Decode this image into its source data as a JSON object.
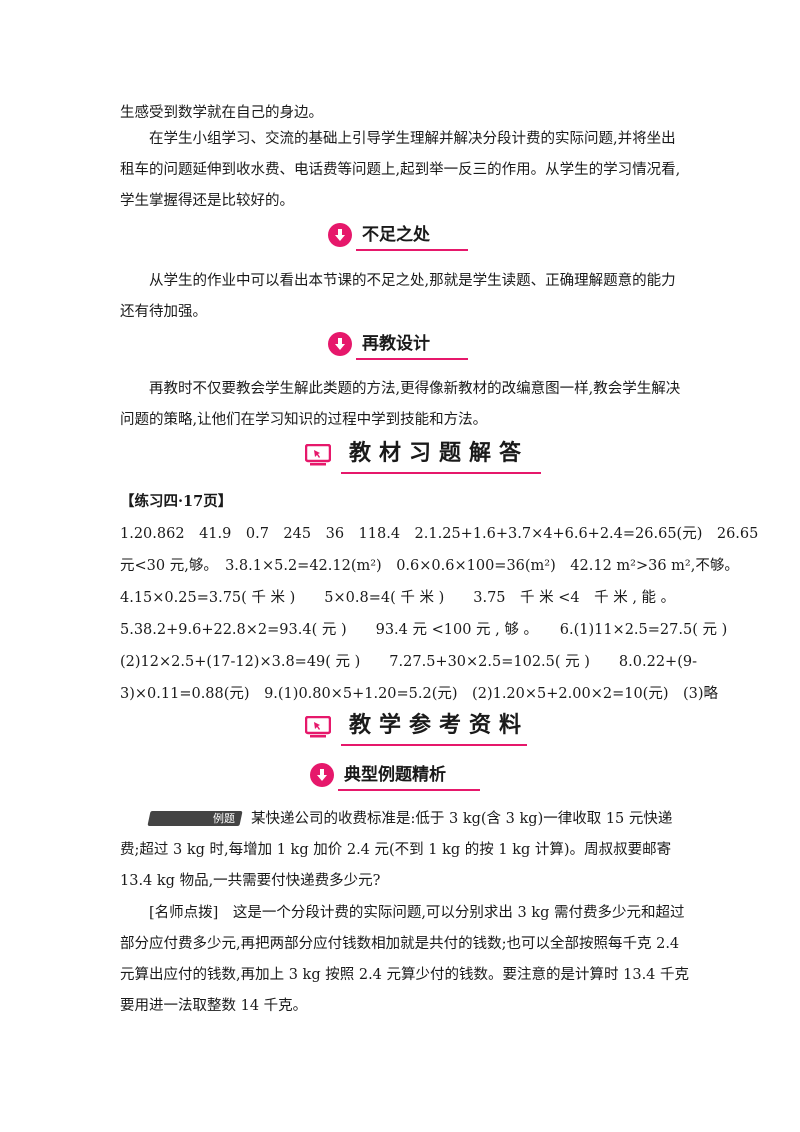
{
  "colors": {
    "accent": "#e6186b",
    "text": "#1a1a1a",
    "tag_bg": "#444444"
  },
  "intro": {
    "line1": "生感受到数学就在自己的身边。",
    "para2": "在学生小组学习、交流的基础上引导学生理解并解决分段计费的实际问题,并将坐出租车的问题延伸到收水费、电话费等问题上,起到举一反三的作用。从学生的学习情况看,学生掌握得还是比较好的。"
  },
  "deficiency": {
    "icon": "down-arrow-icon",
    "heading": "不足之处",
    "text": "从学生的作业中可以看出本节课的不足之处,那就是学生读题、正确理解题意的能力还有待加强。"
  },
  "redesign": {
    "icon": "down-arrow-icon",
    "heading": "再教设计",
    "text": "再教时不仅要教会学生解此类题的方法,更得像新教材的改编意图一样,教会学生解决问题的策略,让他们在学习知识的过程中学到技能和方法。"
  },
  "answers": {
    "icon": "monitor-icon",
    "heading": "教材习题解答",
    "ref": "【练习四·17页】",
    "lines": [
      "1.20.862　41.9　0.7　245　36　118.4　2.1.25+1.6+3.7×4+6.6+2.4=26.65(元)　26.65",
      "元<30 元,够。　3.8.1×5.2=42.12(m²)　0.6×0.6×100=36(m²)　42.12 m²>36 m²,不够。",
      "4.15×0.25=3.75( 千 米 )　　5×0.8=4( 千 米 )　　3.75　千 米 <4　千 米 , 能 。",
      "5.38.2+9.6+22.8×2=93.4( 元 )　　93.4 元 <100 元 , 够 。　　6.(1)11×2.5=27.5( 元 )",
      "(2)12×2.5+(17-12)×3.8=49( 元 )　　7.27.5+30×2.5=102.5( 元 )　　8.0.22+(9-",
      "3)×0.11=0.88(元)　9.(1)0.80×5+1.20=5.2(元)　(2)1.20×5+2.00×2=10(元)　(3)略"
    ]
  },
  "reference": {
    "icon": "monitor-icon",
    "heading": "教学参考资料",
    "sub_icon": "down-arrow-icon",
    "sub_heading": "典型例题精析",
    "example_tag": "例题",
    "example_text": "某快递公司的收费标准是:低于 3 kg(含 3 kg)一律收取 15 元快递费;超过 3 kg 时,每增加 1 kg 加价 2.4 元(不到 1 kg 的按 1 kg 计算)。周叔叔要邮寄 13.4 kg 物品,一共需要付快递费多少元?",
    "tip_label": "[名师点拨]",
    "tip_text": "这是一个分段计费的实际问题,可以分别求出 3 kg 需付费多少元和超过部分应付费多少元,再把两部分应付钱数相加就是共付的钱数;也可以全部按照每千克 2.4 元算出应付的钱数,再加上 3 kg 按照 2.4 元算少付的钱数。要注意的是计算时 13.4 千克要用进一法取整数 14 千克。"
  }
}
